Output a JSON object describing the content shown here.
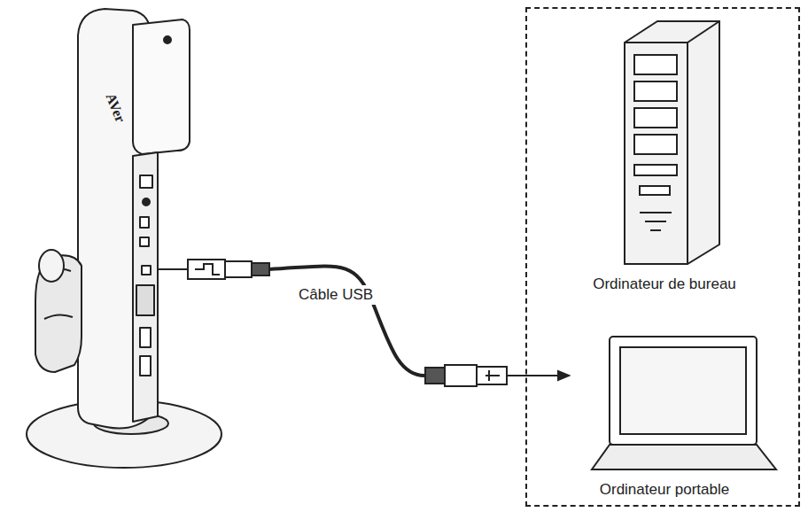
{
  "diagram": {
    "nodes": [
      {
        "text": [
          "Ordinateur de bureau",
          "Ordinateur portable"
        ]
      }
    ],
    "labels": [
      "AVer",
      "Câble USB"
    ]
  }
}
